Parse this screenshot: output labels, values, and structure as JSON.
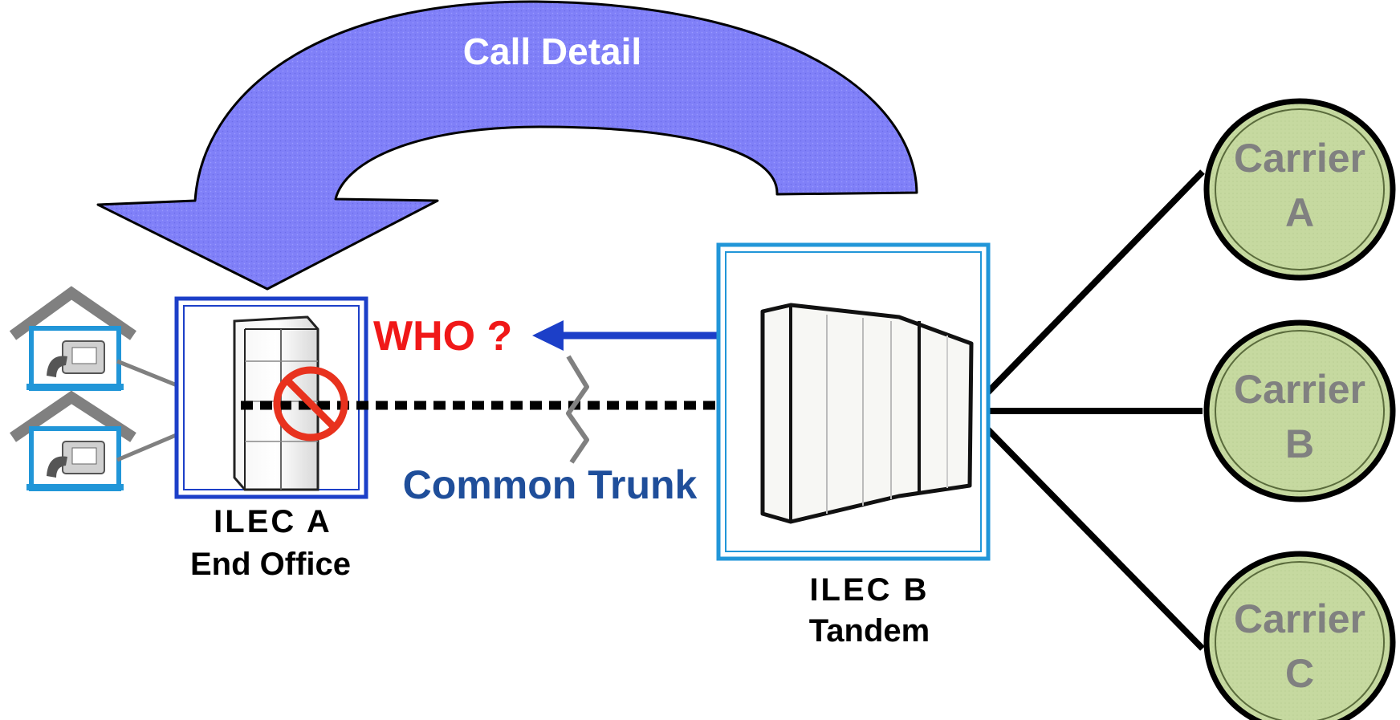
{
  "arrow": {
    "label": "Call Detail"
  },
  "query": {
    "label": "WHO ?"
  },
  "trunk": {
    "label": "Common Trunk"
  },
  "end_office": {
    "line1": "ILEC A",
    "line2": "End Office"
  },
  "tandem": {
    "line1": "ILEC B",
    "line2": "Tandem"
  },
  "carriers": [
    {
      "line1": "Carrier",
      "line2": "A"
    },
    {
      "line1": "Carrier",
      "line2": "B"
    },
    {
      "line1": "Carrier",
      "line2": "C"
    }
  ],
  "colors": {
    "arrow_fill": "#8080f8",
    "query_text": "#f01818",
    "trunk_text": "#1f4e9a",
    "carrier_fill": "#c6d9a0",
    "carrier_text": "#808080",
    "box_blue": "#1c3fc8",
    "box_cyan": "#2196d8"
  }
}
